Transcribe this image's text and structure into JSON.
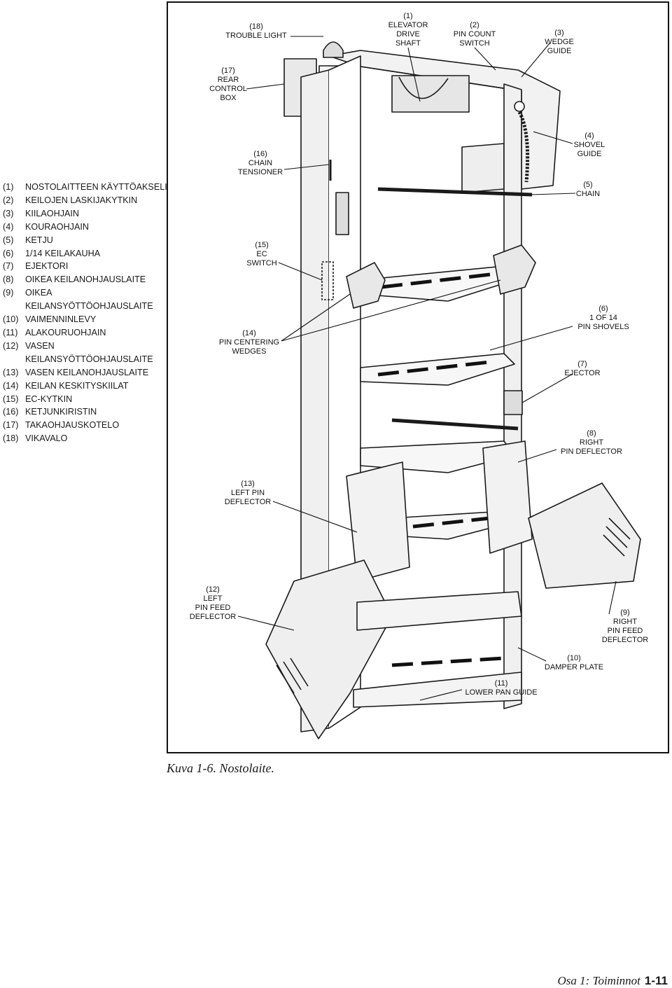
{
  "legend": [
    {
      "num": "(1)",
      "text": "NOSTOLAITTEEN KÄYTTÖAKSELI"
    },
    {
      "num": "(2)",
      "text": "KEILOJEN LASKIJAKYTKIN"
    },
    {
      "num": "(3)",
      "text": "KIILAOHJAIN"
    },
    {
      "num": "(4)",
      "text": "KOURAOHJAIN"
    },
    {
      "num": "(5)",
      "text": "KETJU"
    },
    {
      "num": "(6)",
      "text": "1/14 KEILAKAUHA"
    },
    {
      "num": "(7)",
      "text": "EJEKTORI"
    },
    {
      "num": "(8)",
      "text": "OIKEA KEILANOHJAUSLAITE"
    },
    {
      "num": "(9)",
      "text": "OIKEA KEILANSYÖTTÖOHJAUSLAITE"
    },
    {
      "num": "(10)",
      "text": "VAIMENNINLEVY"
    },
    {
      "num": "(11)",
      "text": "ALAKOURUOHJAIN"
    },
    {
      "num": "(12)",
      "text": "VASEN KEILANSYÖTTÖOHJAUSLAITE"
    },
    {
      "num": "(13)",
      "text": "VASEN KEILANOHJAUSLAITE"
    },
    {
      "num": "(14)",
      "text": "KEILAN KESKITYSKIILAT"
    },
    {
      "num": "(15)",
      "text": "EC-KYTKIN"
    },
    {
      "num": "(16)",
      "text": "KETJUNKIRISTIN"
    },
    {
      "num": "(17)",
      "text": "TAKAOHJAUSKOTELO"
    },
    {
      "num": "(18)",
      "text": "VIKAVALO"
    }
  ],
  "callouts": {
    "c1": [
      "(1)",
      "ELEVATOR",
      "DRIVE",
      "SHAFT"
    ],
    "c2": [
      "(2)",
      "PIN COUNT",
      "SWITCH"
    ],
    "c3": [
      "(3)",
      "WEDGE",
      "GUIDE"
    ],
    "c4": [
      "(4)",
      "SHOVEL",
      "GUIDE"
    ],
    "c5": [
      "(5)",
      "CHAIN"
    ],
    "c6": [
      "(6)",
      "1 OF 14",
      "PIN SHOVELS"
    ],
    "c7": [
      "(7)",
      "EJECTOR"
    ],
    "c8": [
      "(8)",
      "RIGHT",
      "PIN DEFLECTOR"
    ],
    "c9": [
      "(9)",
      "RIGHT",
      "PIN FEED",
      "DEFLECTOR"
    ],
    "c10": [
      "(10)",
      "DAMPER PLATE"
    ],
    "c11": [
      "(11)",
      "LOWER PAN GUIDE"
    ],
    "c12": [
      "(12)",
      "LEFT",
      "PIN FEED",
      "DEFLECTOR"
    ],
    "c13": [
      "(13)",
      "LEFT PIN",
      "DEFLECTOR"
    ],
    "c14": [
      "(14)",
      "PIN CENTERING",
      "WEDGES"
    ],
    "c15": [
      "(15)",
      "EC",
      "SWITCH"
    ],
    "c16": [
      "(16)",
      "CHAIN",
      "TENSIONER"
    ],
    "c17": [
      "(17)",
      "REAR",
      "CONTROL",
      "BOX"
    ],
    "c18": [
      "(18)",
      "TROUBLE LIGHT"
    ]
  },
  "caption": "Kuva 1-6. Nostolaite.",
  "footer": {
    "section": "Osa 1: Toiminnot",
    "page": "1-11"
  }
}
